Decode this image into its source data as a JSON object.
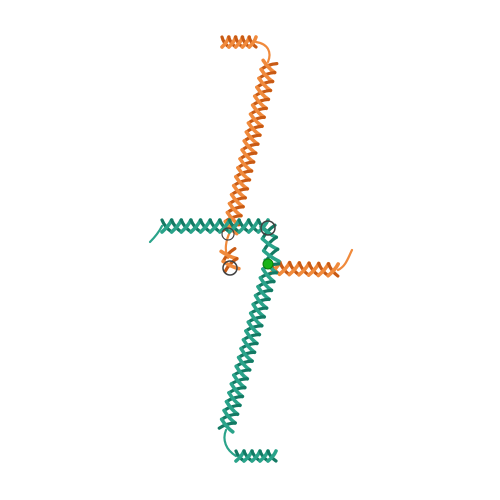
{
  "image": {
    "description_free": true
  },
  "colors": {
    "background": "#ffffff",
    "chain_a_light": "#f08a3c",
    "chain_a_dark": "#c85a14",
    "chain_b_light": "#2aa38a",
    "chain_b_dark": "#137a64",
    "ligand": "#19b319",
    "outline": "#404040"
  },
  "molecule": {
    "chains": [
      {
        "id": "chain-a",
        "color_key": "chain_a"
      },
      {
        "id": "chain-b",
        "color_key": "chain_b"
      }
    ]
  }
}
